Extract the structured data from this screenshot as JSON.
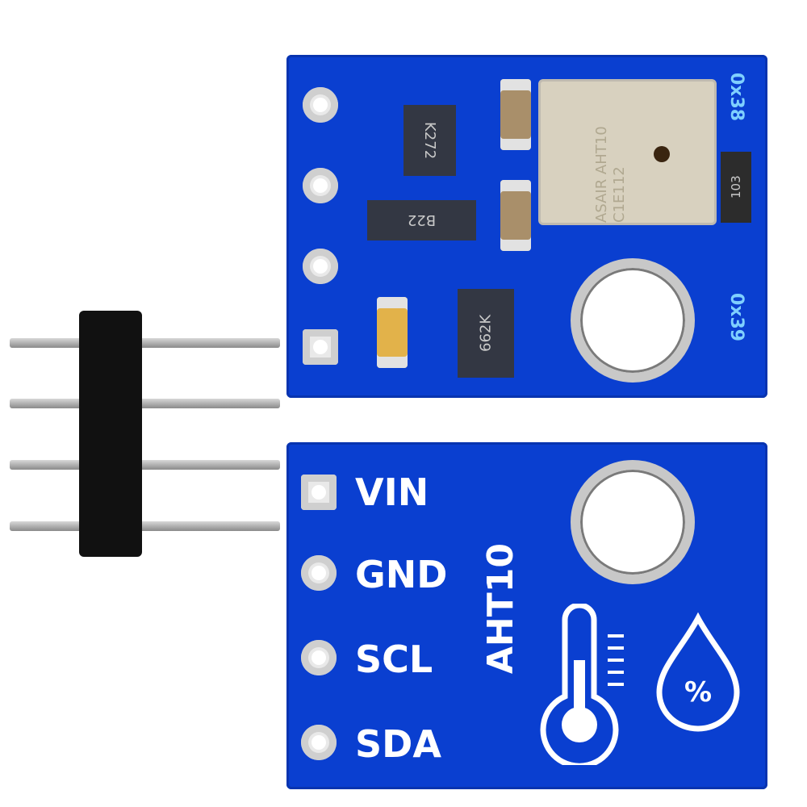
{
  "top_board": {
    "chip_labels": {
      "ic": "K272",
      "resistor_array": "B22",
      "regulator": "662K",
      "resistor": "103"
    },
    "sensor_marking": [
      "ASAIR",
      "AHT10",
      "C1E112"
    ],
    "address_labels": [
      "0x38",
      "0x39"
    ]
  },
  "bottom_board": {
    "pin_labels": [
      "VIN",
      "GND",
      "SCL",
      "SDA"
    ],
    "module_name": "AHT10",
    "humidity_symbol": "%"
  },
  "colors": {
    "pcb": "#0a3fd0",
    "silkscreen": "#ffffff",
    "header": "#111111"
  }
}
